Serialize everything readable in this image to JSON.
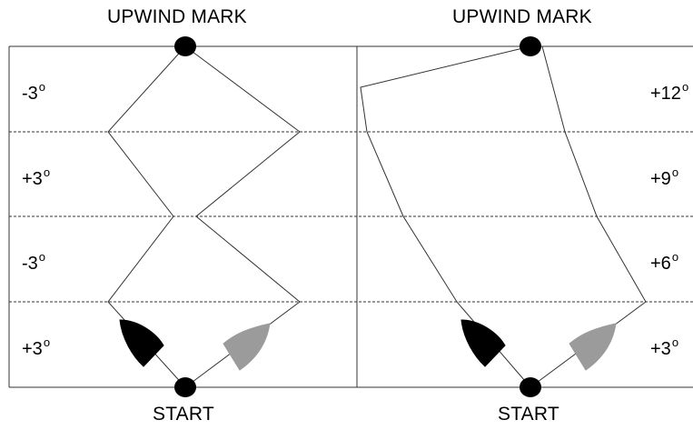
{
  "left_panel": {
    "top_label": "UPWIND MARK",
    "bottom_label": "START",
    "angles": [
      {
        "value": "-3",
        "unit": "o"
      },
      {
        "value": "+3",
        "unit": "o"
      },
      {
        "value": "-3",
        "unit": "o"
      },
      {
        "value": "+3",
        "unit": "o"
      }
    ]
  },
  "right_panel": {
    "top_label": "UPWIND MARK",
    "bottom_label": "START",
    "angles": [
      {
        "value": "+12",
        "unit": "o"
      },
      {
        "value": "+9",
        "unit": "o"
      },
      {
        "value": "+6",
        "unit": "o"
      },
      {
        "value": "+3",
        "unit": "o"
      }
    ]
  },
  "colors": {
    "boat_dark": "#000000",
    "boat_light": "#9b9b9b",
    "line": "#333333",
    "mark": "#000000"
  }
}
